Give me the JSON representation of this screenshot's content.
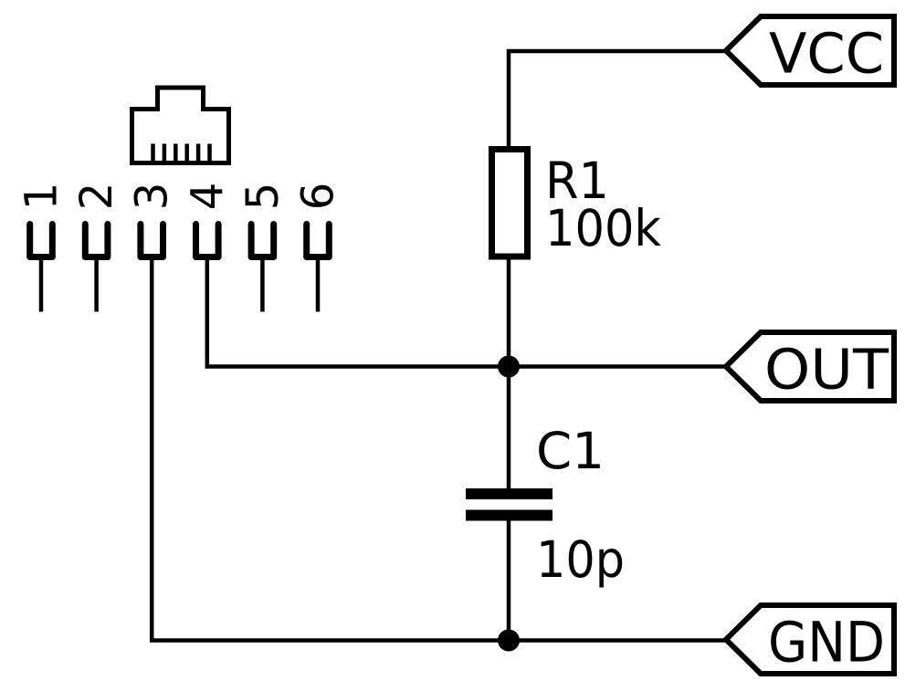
{
  "schematic": {
    "connector": {
      "pin_numbers": [
        "1",
        "2",
        "3",
        "4",
        "5",
        "6"
      ]
    },
    "components": [
      {
        "ref": "R1",
        "value": "100k",
        "type": "resistor"
      },
      {
        "ref": "C1",
        "value": "10p",
        "type": "capacitor"
      }
    ],
    "net_labels": [
      {
        "name": "VCC"
      },
      {
        "name": "OUT"
      },
      {
        "name": "GND"
      }
    ],
    "colors": {
      "ink": "#000000",
      "paper": "#ffffff"
    }
  }
}
